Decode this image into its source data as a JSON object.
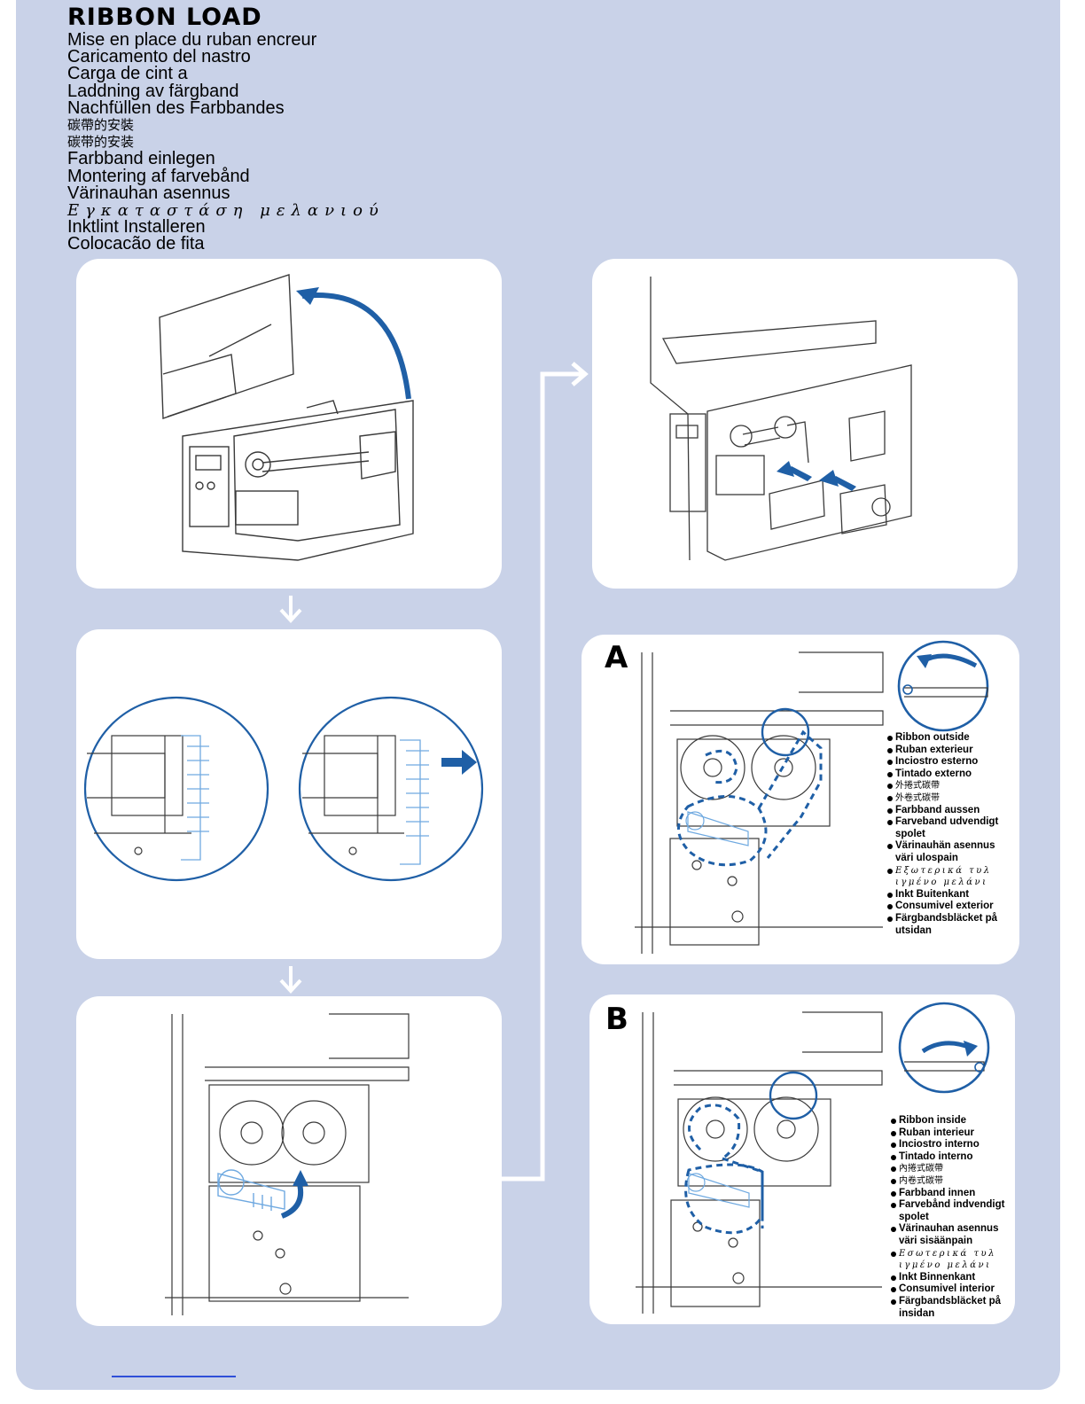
{
  "title": "RIBBON LOAD",
  "languages": [
    "Mise en place du ruban encreur",
    "Caricamento del nastro",
    "Carga de cint a",
    "Laddning av färgband",
    "Nachfüllen des Farbbandes",
    "碳帶的安裝",
    "碳带的安装",
    "Farbband einlegen",
    "Montering af farvebånd",
    "Värinauhan asennus",
    "Εγκαταστάση μελανιού",
    "Inktlint Installeren",
    "Colocacão de fita"
  ],
  "panel_a": {
    "letter": "A",
    "items": [
      "Ribbon outside",
      "Ruban exterieur",
      "Inciostro esterno",
      "Tintado externo",
      "外捲式碳帶",
      "外卷式碳带",
      "Farbband aussen",
      "Farveband udvendigt spolet",
      "Värinauhän asennus väri ulospain",
      "Εξωτερικά τυλ ιγμένο μελάνι",
      "Inkt Buitenkant",
      "Consumivel exterior",
      "Färgbandsbläcket på utsidan"
    ]
  },
  "panel_b": {
    "letter": "B",
    "items": [
      "Ribbon inside",
      "Ruban interieur",
      "Inciostro interno",
      "Tintado interno",
      "內捲式碳帶",
      "内卷式碳带",
      "Farbband innen",
      "Farvebånd indvendigt spolet",
      "Värinauhan asennus väri sisäänpain",
      "Εσωτερικά τυλ ιγμένο μελάνι",
      "Inkt Binnenkant",
      "Consumivel interior",
      "Färgbandsbläcket på insidan"
    ]
  },
  "colors": {
    "background": "#c9d2e8",
    "panel": "#ffffff",
    "accent_blue": "#1f5fa6",
    "line": "#3a3a3a",
    "light_blue_line": "#6fa9e0"
  }
}
